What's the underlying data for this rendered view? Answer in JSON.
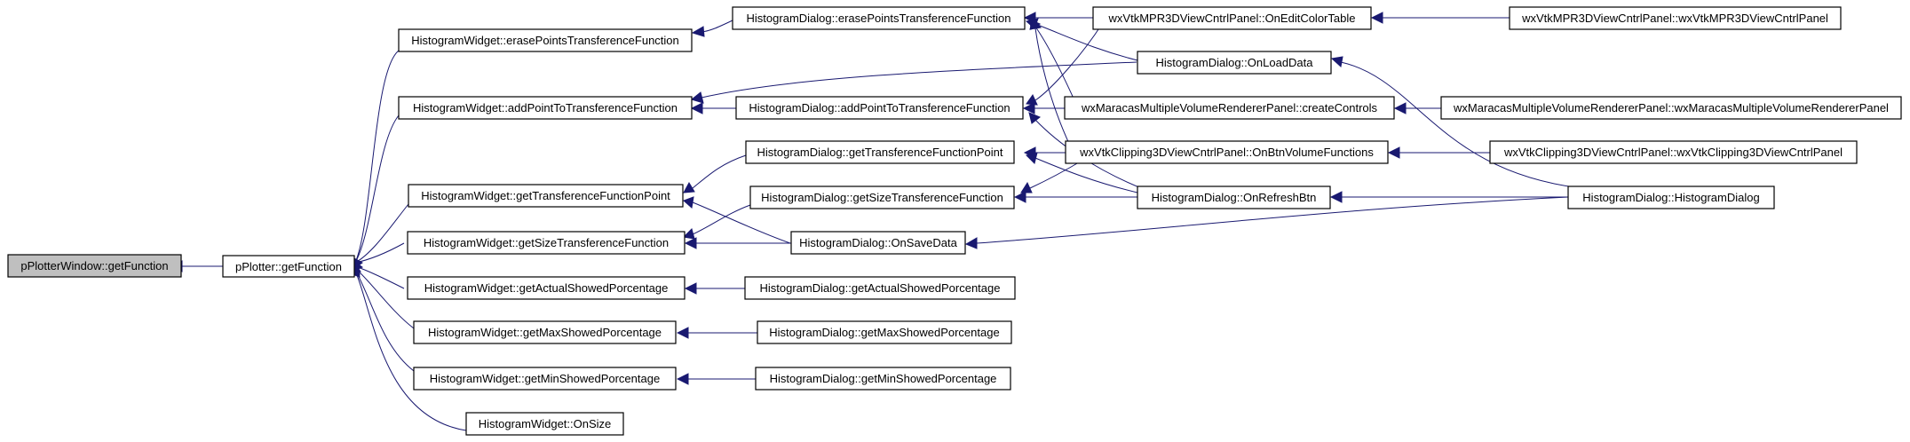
{
  "colors": {
    "edge": "#191970",
    "node_border": "#000000",
    "root_fill": "#bfbfbf",
    "node_fill": "#ffffff"
  },
  "nodes": {
    "pplotterwindow_getfunction": {
      "label": "pPlotterWindow::getFunction"
    },
    "pplotter_getfunction": {
      "label": "pPlotter::getFunction"
    },
    "hw_erasepoints": {
      "label": "HistogramWidget::erasePointsTransferenceFunction"
    },
    "hw_addpoint": {
      "label": "HistogramWidget::addPointToTransferenceFunction"
    },
    "hw_gettfpoint": {
      "label": "HistogramWidget::getTransferenceFunctionPoint"
    },
    "hw_getsizetf": {
      "label": "HistogramWidget::getSizeTransferenceFunction"
    },
    "hw_getactual": {
      "label": "HistogramWidget::getActualShowedPorcentage"
    },
    "hw_getmax": {
      "label": "HistogramWidget::getMaxShowedPorcentage"
    },
    "hw_getmin": {
      "label": "HistogramWidget::getMinShowedPorcentage"
    },
    "hw_onsize": {
      "label": "HistogramWidget::OnSize"
    },
    "hd_erasepoints": {
      "label": "HistogramDialog::erasePointsTransferenceFunction"
    },
    "hd_addpoint": {
      "label": "HistogramDialog::addPointToTransferenceFunction"
    },
    "hd_gettfpoint": {
      "label": "HistogramDialog::getTransferenceFunctionPoint"
    },
    "hd_getsizetf": {
      "label": "HistogramDialog::getSizeTransferenceFunction"
    },
    "hd_onsavedata": {
      "label": "HistogramDialog::OnSaveData"
    },
    "hd_getactual": {
      "label": "HistogramDialog::getActualShowedPorcentage"
    },
    "hd_getmax": {
      "label": "HistogramDialog::getMaxShowedPorcentage"
    },
    "hd_getmin": {
      "label": "HistogramDialog::getMinShowedPorcentage"
    },
    "mpr_oneditcolortable": {
      "label": "wxVtkMPR3DViewCntrlPanel::OnEditColorTable"
    },
    "hd_onloaddata": {
      "label": "HistogramDialog::OnLoadData"
    },
    "mmvr_createcontrols": {
      "label": "wxMaracasMultipleVolumeRendererPanel::createControls"
    },
    "clip_onbtnvolume": {
      "label": "wxVtkClipping3DViewCntrlPanel::OnBtnVolumeFunctions"
    },
    "hd_onrefreshbtn": {
      "label": "HistogramDialog::OnRefreshBtn"
    },
    "mpr_ctor": {
      "label": "wxVtkMPR3DViewCntrlPanel::wxVtkMPR3DViewCntrlPanel"
    },
    "mmvr_ctor": {
      "label": "wxMaracasMultipleVolumeRendererPanel::wxMaracasMultipleVolumeRendererPanel"
    },
    "clip_ctor": {
      "label": "wxVtkClipping3DViewCntrlPanel::wxVtkClipping3DViewCntrlPanel"
    },
    "hd_ctor": {
      "label": "HistogramDialog::HistogramDialog"
    }
  }
}
